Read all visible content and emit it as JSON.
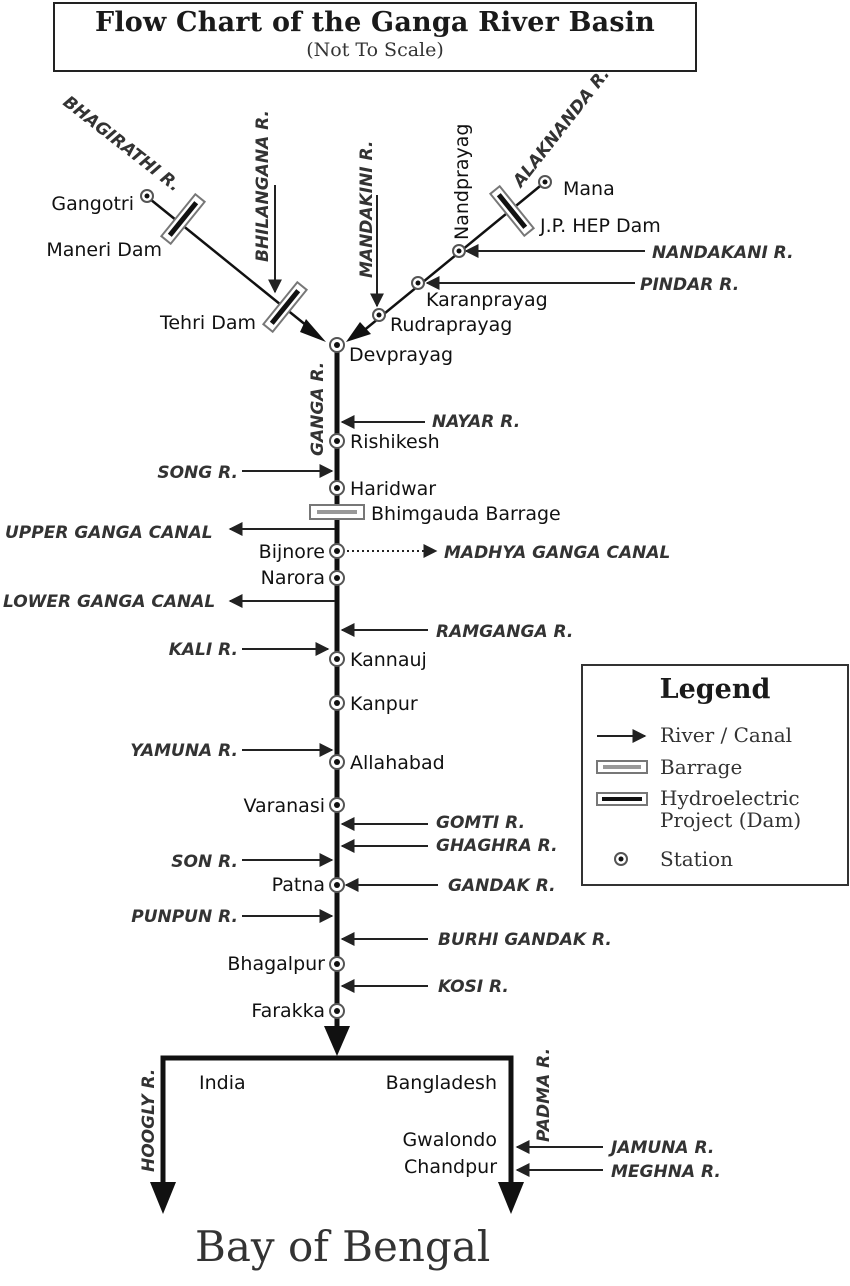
{
  "title": "Flow Chart of the Ganga River Basin",
  "subtitle": "(Not To Scale)",
  "stations": {
    "gangotri": "Gangotri",
    "mana": "Mana",
    "nandprayag": "Nandprayag",
    "karanprayag": "Karanprayag",
    "rudraprayag": "Rudraprayag",
    "devprayag": "Devprayag",
    "rishikesh": "Rishikesh",
    "haridwar": "Haridwar",
    "bijnore": "Bijnore",
    "narora": "Narora",
    "kannauj": "Kannauj",
    "kanpur": "Kanpur",
    "allahabad": "Allahabad",
    "varanasi": "Varanasi",
    "patna": "Patna",
    "bhagalpur": "Bhagalpur",
    "farakka": "Farakka",
    "gwalondo": "Gwalondo",
    "chandpur": "Chandpur"
  },
  "structures": {
    "maneri_dam": "Maneri Dam",
    "tehri_dam": "Tehri Dam",
    "jp_hep_dam": "J.P. HEP Dam",
    "bhimgauda_barrage": "Bhimgauda Barrage"
  },
  "rivers": {
    "bhagirathi": "BHAGIRATHI R.",
    "bhilangana": "BHILANGANA R.",
    "mandakini": "MANDAKINI R.",
    "alaknanda": "ALAKNANDA R.",
    "nandakani": "NANDAKANI R.",
    "pindar": "PINDAR R.",
    "ganga": "GANGA R.",
    "nayar": "NAYAR R.",
    "song": "SONG R.",
    "upper_ganga_canal": "UPPER GANGA CANAL",
    "madhya_ganga_canal": "MADHYA GANGA CANAL",
    "lower_ganga_canal": "LOWER GANGA CANAL",
    "ramganga": "RAMGANGA R.",
    "kali": "KALI R.",
    "yamuna": "YAMUNA R.",
    "gomti": "GOMTI R.",
    "ghaghra": "GHAGHRA R.",
    "son": "SON R.",
    "gandak": "GANDAK R.",
    "punpun": "PUNPUN R.",
    "burhi_gandak": "BURHI GANDAK R.",
    "kosi": "KOSI R.",
    "hoogly": "HOOGLY R.",
    "padma": "PADMA R.",
    "jamuna": "JAMUNA R.",
    "meghna": "MEGHNA R."
  },
  "countries": {
    "india": "India",
    "bangladesh": "Bangladesh"
  },
  "bay": "Bay of Bengal",
  "legend": {
    "title": "Legend",
    "river": "River / Canal",
    "barrage": "Barrage",
    "hydro_line1": "Hydroelectric",
    "hydro_line2": "Project (Dam)",
    "station": "Station"
  }
}
